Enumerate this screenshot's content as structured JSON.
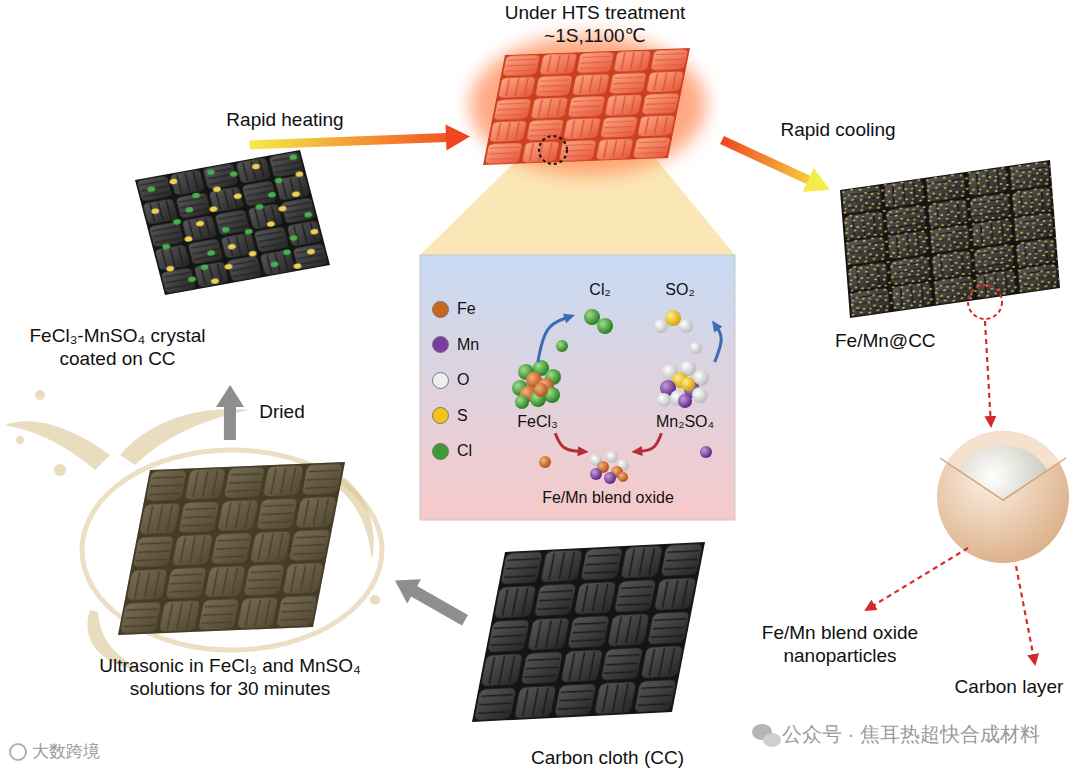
{
  "diagram": {
    "nodes": [
      {
        "text": [
          "Under HTS treatment",
          "~1S,1100℃"
        ]
      },
      {
        "text": [
          "FeCl₃-MnSO₄ crystal coated on CC"
        ]
      },
      {
        "text": [
          "Fe/Mn@CC"
        ]
      },
      {
        "text": [
          "Cl₂"
        ]
      },
      {
        "text": [
          "SO₂"
        ]
      },
      {
        "text": [
          "FeCl₃"
        ]
      },
      {
        "text": [
          "Mn₂SO₄"
        ]
      },
      {
        "text": [
          "Fe/Mn blend oxide"
        ]
      },
      {
        "text": [
          "Ultrasonic in FeCl₃ and MnSO₄ solutions for 30 minutes"
        ]
      },
      {
        "text": [
          "Carbon cloth (CC)"
        ]
      }
    ],
    "edges": [
      {
        "from": 1,
        "to": 0,
        "label": "Rapid heating",
        "arrow": "to"
      },
      {
        "from": 0,
        "to": 2,
        "label": "Rapid cooling",
        "arrow": "to"
      },
      {
        "from": 5,
        "to": 3,
        "arrow": "to"
      },
      {
        "from": 6,
        "to": 4,
        "arrow": "to"
      },
      {
        "from": 5,
        "to": 7,
        "arrow": "to"
      },
      {
        "from": 6,
        "to": 7,
        "arrow": "to"
      },
      {
        "from": 9,
        "to": 8,
        "arrow": "to"
      },
      {
        "from": 8,
        "to": 1,
        "label": "Dried",
        "arrow": "to"
      }
    ],
    "labels": [
      "Fe/Mn blend oxide nanoparticles",
      "Carbon layer",
      "公众号 · 焦耳热超快合成材料",
      "大数跨境"
    ],
    "legend": [
      {
        "text": "Fe",
        "color": "#c9651f"
      },
      {
        "text": "Mn",
        "color": "#7a3d9e"
      },
      {
        "text": "O",
        "color": "#eeeeee"
      },
      {
        "text": "S",
        "color": "#f0c419"
      },
      {
        "text": "Cl",
        "color": "#3f9a35"
      }
    ]
  }
}
